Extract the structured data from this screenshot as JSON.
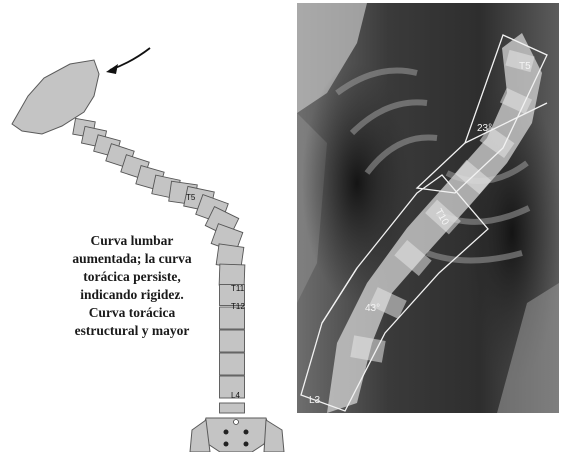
{
  "diagram": {
    "vertebra_labels": {
      "t5": "T5",
      "t11": "T11",
      "t12": "T12",
      "l4": "L4"
    },
    "caption_lines": [
      "Curva lumbar",
      "aumentada; la curva",
      "torácica persiste,",
      "indicando rigidez.",
      "Curva torácica",
      "estructural y mayor"
    ]
  },
  "xray": {
    "labels": {
      "t5": "T5",
      "angle_upper": "23°",
      "t10": "T10",
      "angle_lower": "43°",
      "l3": "L3"
    }
  },
  "colors": {
    "bone": "#c4c4c4",
    "outline": "#555555",
    "xray_dark": "#2a2a2a",
    "xray_bright": "#d9d9d9"
  }
}
